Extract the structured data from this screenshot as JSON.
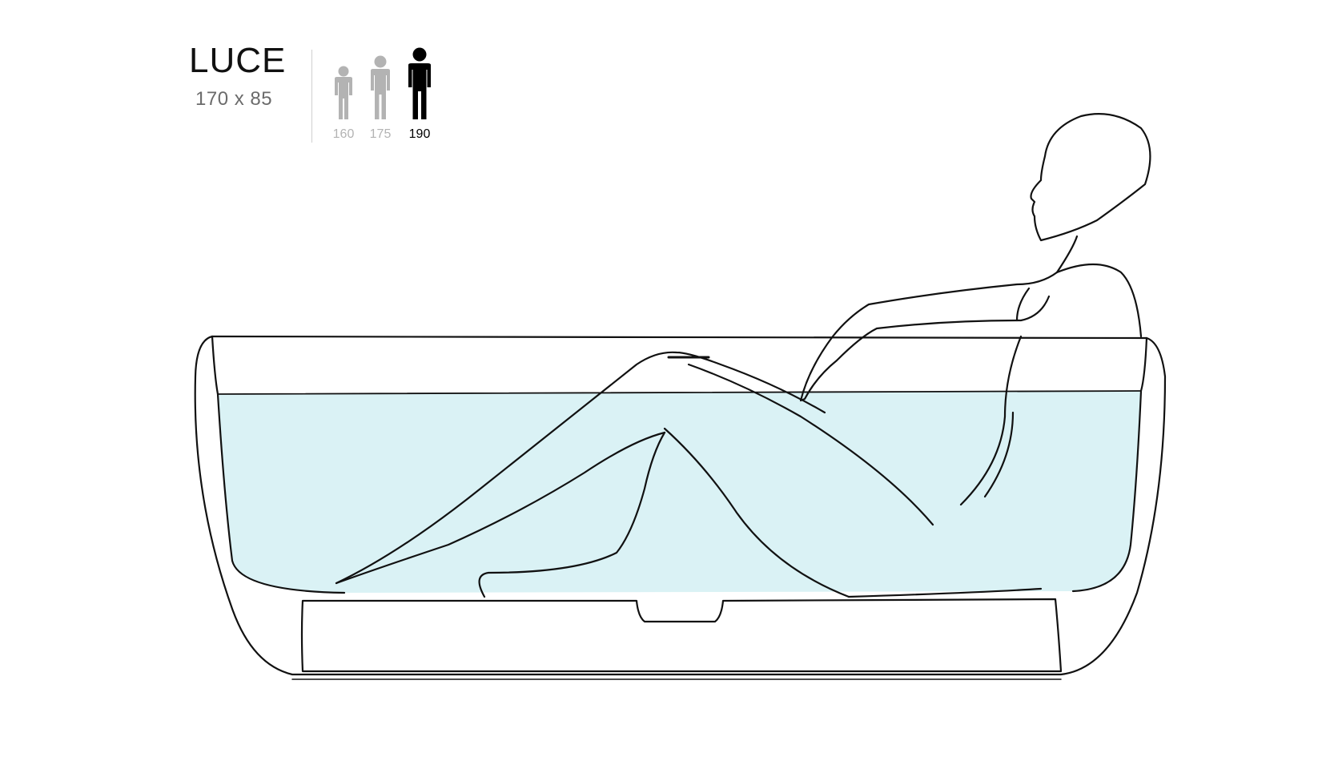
{
  "product": {
    "name": "LUCE",
    "size": "170 x 85"
  },
  "heights": [
    {
      "label": "160",
      "color": "#b3b3b3",
      "active": false
    },
    {
      "label": "175",
      "color": "#b3b3b3",
      "active": false
    },
    {
      "label": "190",
      "color": "#000000",
      "active": true
    }
  ],
  "colors": {
    "water": "#daf2f5",
    "line": "#111111"
  }
}
